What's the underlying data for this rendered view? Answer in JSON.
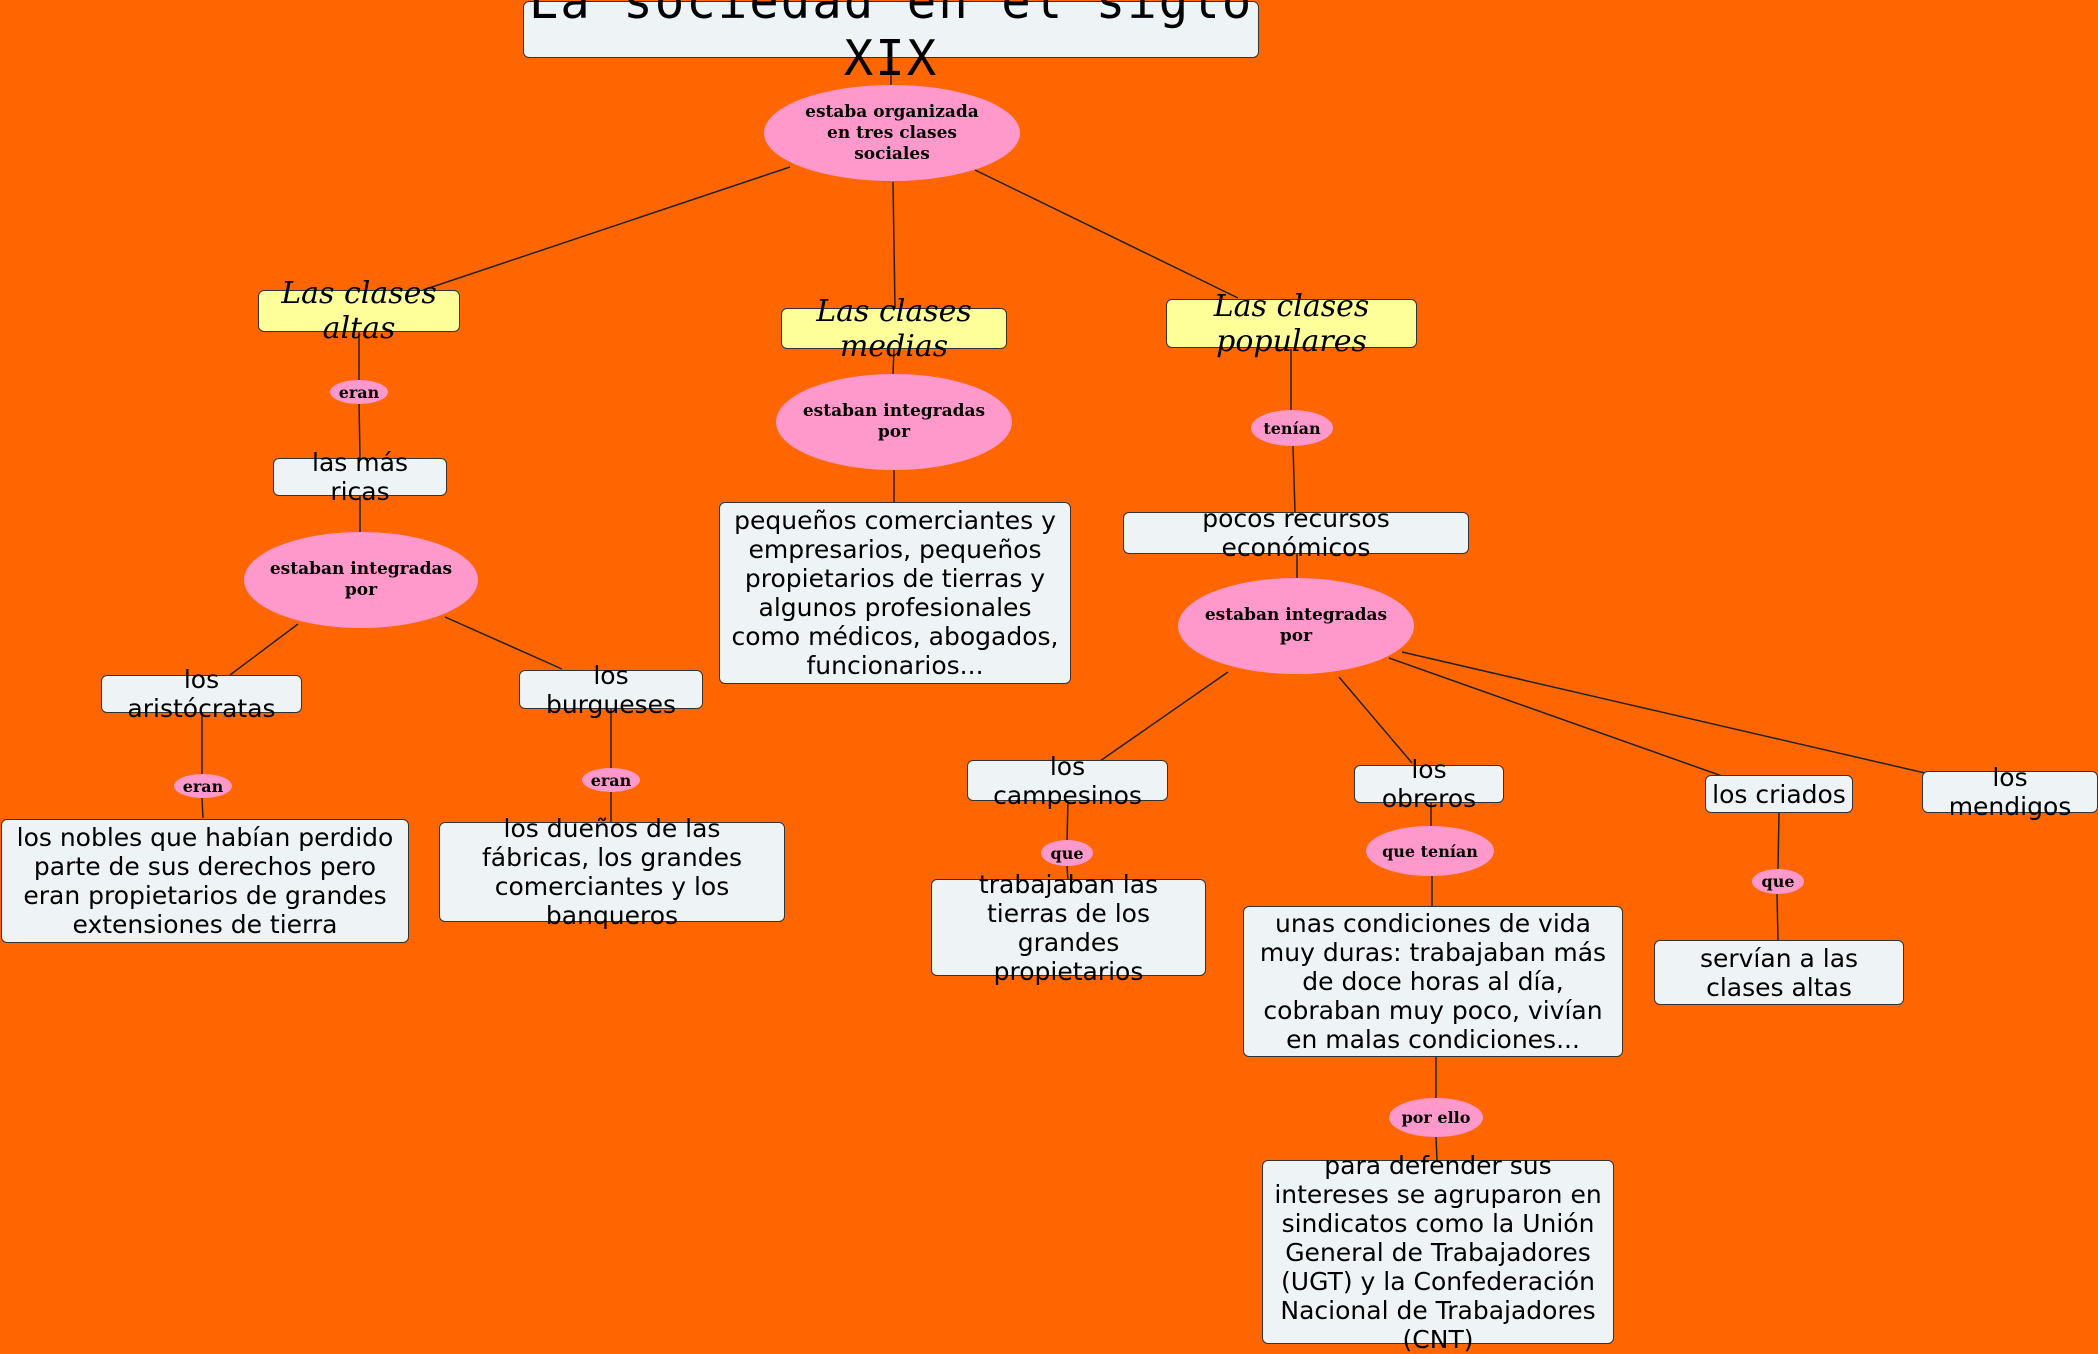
{
  "title": "La sociedad en el siglo XIX",
  "links": {
    "organizada": "estaba organizada en tres clases sociales",
    "altas_eran": "eran",
    "altas_integradas": "estaban integradas por",
    "aristocratas_eran": "eran",
    "burgueses_eran": "eran",
    "medias_integradas": "estaban integradas por",
    "populares_tenian": "tenían",
    "populares_integradas": "estaban integradas por",
    "campesinos_que": "que",
    "obreros_que_tenian": "que tenían",
    "por_ello": "por ello",
    "criados_que": "que"
  },
  "classes": {
    "altas": "Las clases altas",
    "medias": "Las clases medias",
    "populares": "Las clases populares"
  },
  "concepts": {
    "mas_ricas": "las más ricas",
    "aristocratas": "los aristócratas",
    "burgueses": "los burgueses",
    "nobles": "los nobles que habían perdido parte de sus derechos pero eran propietarios de grandes extensiones de tierra",
    "duenos": "los dueños de las fábricas, los grandes comerciantes y los banqueros",
    "medias_desc": "pequeños comerciantes y empresarios, pequeños propietarios de tierras y algunos profesionales como médicos, abogados, funcionarios...",
    "pocos_recursos": "pocos recursos económicos",
    "campesinos": "los campesinos",
    "obreros": "los obreros",
    "criados": "los criados",
    "mendigos": "los mendigos",
    "trabajaban": "trabajaban las tierras de los grandes propietarios",
    "condiciones": "unas condiciones de vida muy duras: trabajaban más de doce horas al día, cobraban muy poco, vivían en malas condiciones...",
    "servian": "servían a las clases altas",
    "sindicatos": "para defender sus intereses se agruparon en sindicatos como la Unión General de Trabajadores (UGT) y la Confederación Nacional de Trabajadores (CNT)"
  },
  "colors": {
    "background": "#ff6600",
    "concept_box": "#eef3f5",
    "class_box": "#ffff99",
    "linking_phrase": "#ff99cc"
  }
}
